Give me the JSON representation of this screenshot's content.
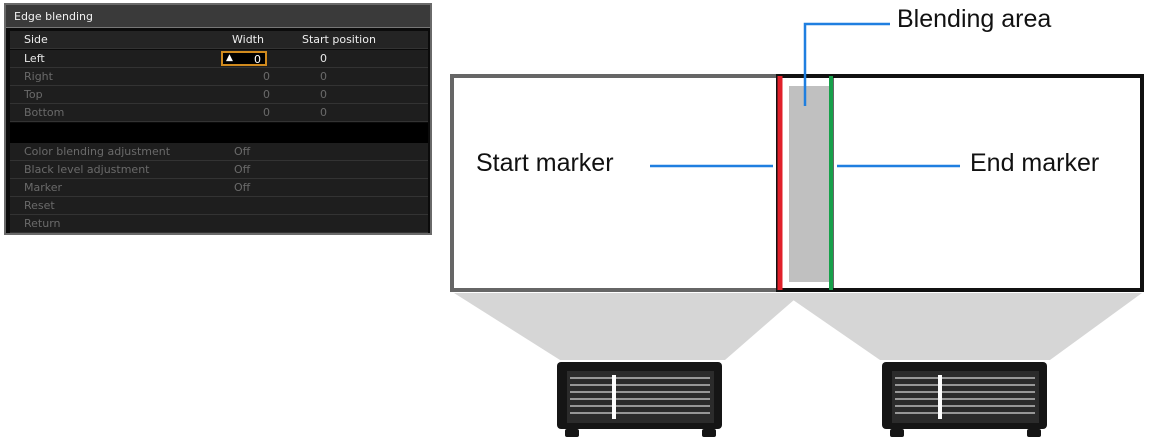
{
  "osd": {
    "title": "Edge blending",
    "header": {
      "side": "Side",
      "width": "Width",
      "start": "Start position"
    },
    "sides": [
      {
        "label": "Left",
        "width": "0",
        "start": "0"
      },
      {
        "label": "Right",
        "width": "0",
        "start": "0"
      },
      {
        "label": "Top",
        "width": "0",
        "start": "0"
      },
      {
        "label": "Bottom",
        "width": "0",
        "start": "0"
      }
    ],
    "settings": [
      {
        "label": "Color blending adjustment",
        "value": "Off"
      },
      {
        "label": "Black level adjustment",
        "value": "Off"
      },
      {
        "label": "Marker",
        "value": "Off"
      }
    ],
    "reset": "Reset",
    "return": "Return"
  },
  "diagram": {
    "blending_area": "Blending area",
    "start_marker": "Start marker",
    "end_marker": "End marker",
    "colors": {
      "start_marker": "#e0202a",
      "end_marker": "#16a04a",
      "callout": "#1f7fe0",
      "blend": "#c0c0c0"
    }
  }
}
